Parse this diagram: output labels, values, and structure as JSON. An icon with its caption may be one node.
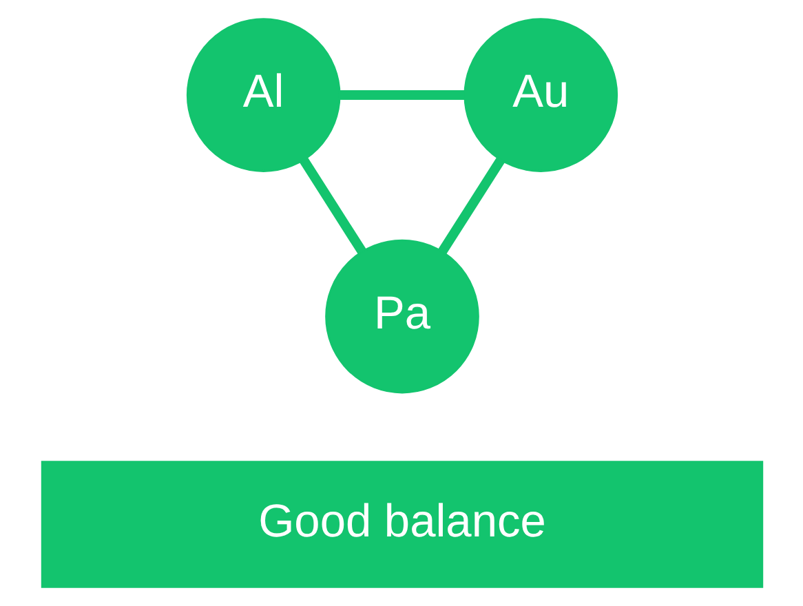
{
  "diagram": {
    "nodes": [
      {
        "text": [
          "Al"
        ]
      },
      {
        "text": [
          "Au"
        ]
      },
      {
        "text": [
          "Pa"
        ]
      },
      {
        "text": [
          "Good balance"
        ]
      }
    ],
    "edges": [
      {
        "from": 0,
        "to": 1,
        "arrow": "none"
      },
      {
        "from": 0,
        "to": 2,
        "arrow": "none"
      },
      {
        "from": 1,
        "to": 2,
        "arrow": "none"
      }
    ]
  }
}
